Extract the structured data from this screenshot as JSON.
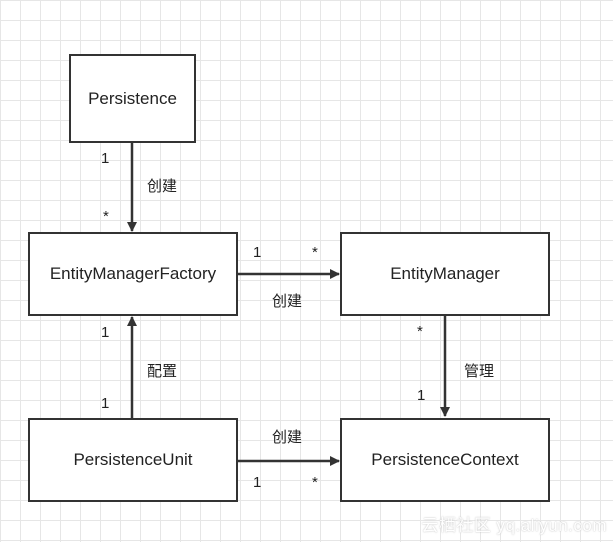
{
  "nodes": {
    "persistence": "Persistence",
    "entity_manager_factory": "EntityManagerFactory",
    "entity_manager": "EntityManager",
    "persistence_unit": "PersistenceUnit",
    "persistence_context": "PersistenceContext"
  },
  "edges": {
    "persistence_to_emf": {
      "label": "创建",
      "source_mult": "1",
      "target_mult": "*"
    },
    "emf_to_em": {
      "label": "创建",
      "source_mult": "1",
      "target_mult": "*"
    },
    "pu_to_emf": {
      "label": "配置",
      "source_mult": "1",
      "target_mult": "1"
    },
    "em_to_pc": {
      "label": "管理",
      "source_mult": "*",
      "target_mult": "1"
    },
    "pu_to_pc": {
      "label": "创建",
      "source_mult": "1",
      "target_mult": "*"
    }
  },
  "watermark": "云栖社区 yq.aliyun.com",
  "colors": {
    "line": "#333333",
    "grid": "#e6e6e6",
    "box_fill": "#ffffff"
  }
}
